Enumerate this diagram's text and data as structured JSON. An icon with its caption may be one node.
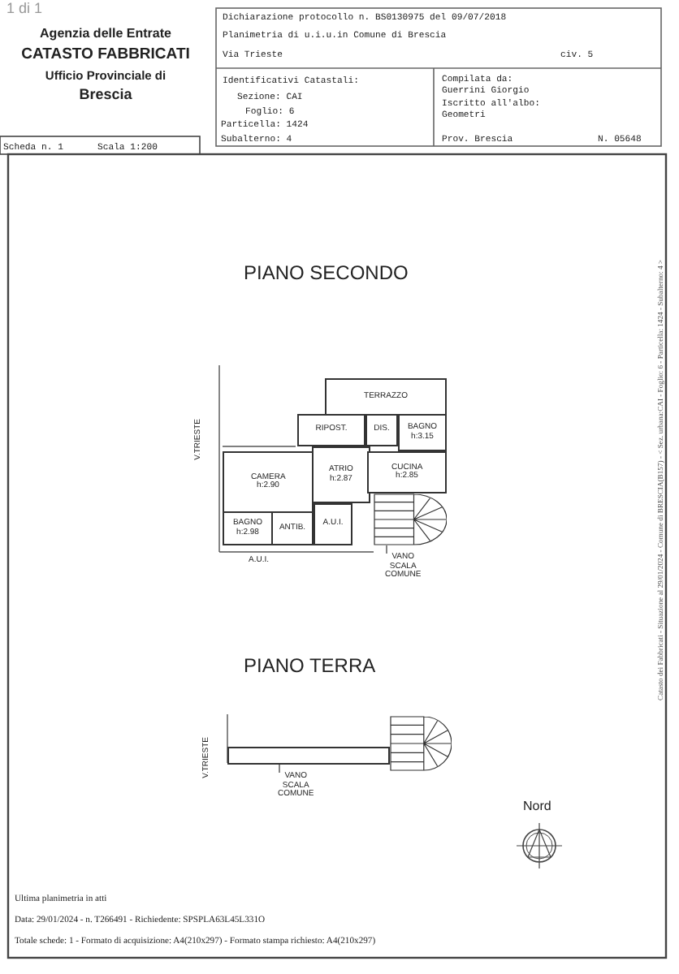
{
  "diagram": {
    "nodes": [
      {
        "text": [
          "TERRAZZO"
        ]
      },
      {
        "text": [
          "RIPOST."
        ]
      },
      {
        "text": [
          "DIS."
        ]
      },
      {
        "text": [
          "BAGNO h:3.15"
        ]
      },
      {
        "text": [
          "CAMERA h:2.90"
        ]
      },
      {
        "text": [
          "ATRIO h:2.87"
        ]
      },
      {
        "text": [
          "CUCINA h:2.85"
        ]
      },
      {
        "text": [
          "BAGNO h:2.98"
        ]
      },
      {
        "text": [
          "ANTIB."
        ]
      },
      {
        "text": [
          "A.U.I."
        ]
      },
      {
        "text": [],
        "shape": "picture"
      },
      {
        "text": [
          "VANO SCALA COMUNE"
        ]
      },
      {
        "text": [],
        "shape": "box"
      },
      {
        "text": [],
        "shape": "picture"
      },
      {
        "text": [
          "VANO SCALA COMUNE"
        ]
      }
    ],
    "edges": [
      {
        "from": 11,
        "to": 10,
        "arrow": "none"
      },
      {
        "from": 14,
        "to": 12,
        "arrow": "none"
      }
    ],
    "labels": [
      "1 di 1",
      "Agenzia delle Entrate",
      "CATASTO FABBRICATI",
      "Ufficio Provinciale di",
      "Brescia",
      "Dichiarazione protocollo n. BS0130975 del 09/07/2018",
      "Planimetria di u.i.u.in Comune di Brescia",
      "Via Trieste",
      "civ. 5",
      "Identificativi Catastali:",
      "Sezione: CAI",
      "Foglio: 6",
      "Particella: 1424",
      "Subalterno: 4",
      "Compilata da: Guerrini Giorgio",
      "Iscritto all'albo: Geometri",
      "Prov. Brescia",
      "N. 05648",
      "Scheda n. 1",
      "Scala 1:200",
      "PIANO SECONDO",
      "V.TRIESTE",
      "A.U.I.",
      "PIANO TERRA",
      "V.TRIESTE",
      "Nord",
      "Ultima planimetria in atti",
      "Data: 29/01/2024 - n. T266491 - Richiedente: SPSPLA63L45L331O",
      "Totale schede: 1 - Formato di acquisizione: A4(210x297) - Formato stampa richiesto: A4(210x297)",
      "Catasto dei Fabbricati - Situazione al 29/01/2024 - Comune di BRESCIA(B157) - < Sez. urbana:CAI - Foglio: 6 - Particella: 1424 - Subalterno: 4 >"
    ]
  }
}
